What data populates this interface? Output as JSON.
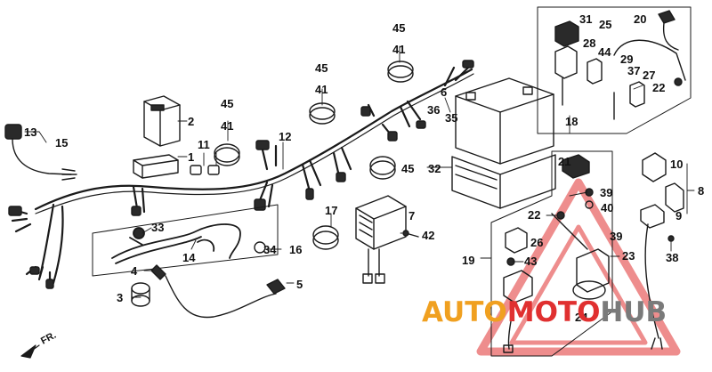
{
  "colors": {
    "line": "#1a1a1a",
    "part_fill": "#2a2a2a",
    "watermark_red": "#e03030",
    "watermark_orange": "#f0a020",
    "watermark_gray": "#7a7a7a"
  },
  "callouts": [
    {
      "id": "c13",
      "text": "13"
    },
    {
      "id": "c15",
      "text": "15"
    },
    {
      "id": "c2",
      "text": "2"
    },
    {
      "id": "c1",
      "text": "1"
    },
    {
      "id": "c45a",
      "text": "45"
    },
    {
      "id": "c41a",
      "text": "41"
    },
    {
      "id": "c11",
      "text": "11"
    },
    {
      "id": "c12",
      "text": "12"
    },
    {
      "id": "c45b",
      "text": "45"
    },
    {
      "id": "c41b",
      "text": "41"
    },
    {
      "id": "c45c",
      "text": "45"
    },
    {
      "id": "c41c",
      "text": "41"
    },
    {
      "id": "c6",
      "text": "6"
    },
    {
      "id": "c36",
      "text": "36"
    },
    {
      "id": "c35",
      "text": "35"
    },
    {
      "id": "c45d",
      "text": "45"
    },
    {
      "id": "c32",
      "text": "32"
    },
    {
      "id": "c33",
      "text": "33"
    },
    {
      "id": "c14",
      "text": "14"
    },
    {
      "id": "c34",
      "text": "34"
    },
    {
      "id": "c16",
      "text": "16"
    },
    {
      "id": "c17",
      "text": "17"
    },
    {
      "id": "c7",
      "text": "7"
    },
    {
      "id": "c42",
      "text": "42"
    },
    {
      "id": "c4",
      "text": "4"
    },
    {
      "id": "c3",
      "text": "3"
    },
    {
      "id": "c5",
      "text": "5"
    },
    {
      "id": "c31",
      "text": "31"
    },
    {
      "id": "c25",
      "text": "25"
    },
    {
      "id": "c20",
      "text": "20"
    },
    {
      "id": "c28",
      "text": "28"
    },
    {
      "id": "c44",
      "text": "44"
    },
    {
      "id": "c29",
      "text": "29"
    },
    {
      "id": "c37",
      "text": "37"
    },
    {
      "id": "c27",
      "text": "27"
    },
    {
      "id": "c22a",
      "text": "22"
    },
    {
      "id": "c18",
      "text": "18"
    },
    {
      "id": "c21",
      "text": "21"
    },
    {
      "id": "c39a",
      "text": "39"
    },
    {
      "id": "c40",
      "text": "40"
    },
    {
      "id": "c22b",
      "text": "22"
    },
    {
      "id": "c39b",
      "text": "39"
    },
    {
      "id": "c26",
      "text": "26"
    },
    {
      "id": "c23",
      "text": "23"
    },
    {
      "id": "c19",
      "text": "19"
    },
    {
      "id": "c43",
      "text": "43"
    },
    {
      "id": "c24",
      "text": "24"
    },
    {
      "id": "c10",
      "text": "10"
    },
    {
      "id": "c8",
      "text": "8"
    },
    {
      "id": "c9",
      "text": "9"
    },
    {
      "id": "c38",
      "text": "38"
    }
  ],
  "direction_label": "FR.",
  "watermark": {
    "segments": [
      {
        "text": "AUTO",
        "color": "#f0a020"
      },
      {
        "text": "MOTO",
        "color": "#e03030"
      },
      {
        "text": "HUB",
        "color": "#7a7a7a"
      }
    ]
  }
}
